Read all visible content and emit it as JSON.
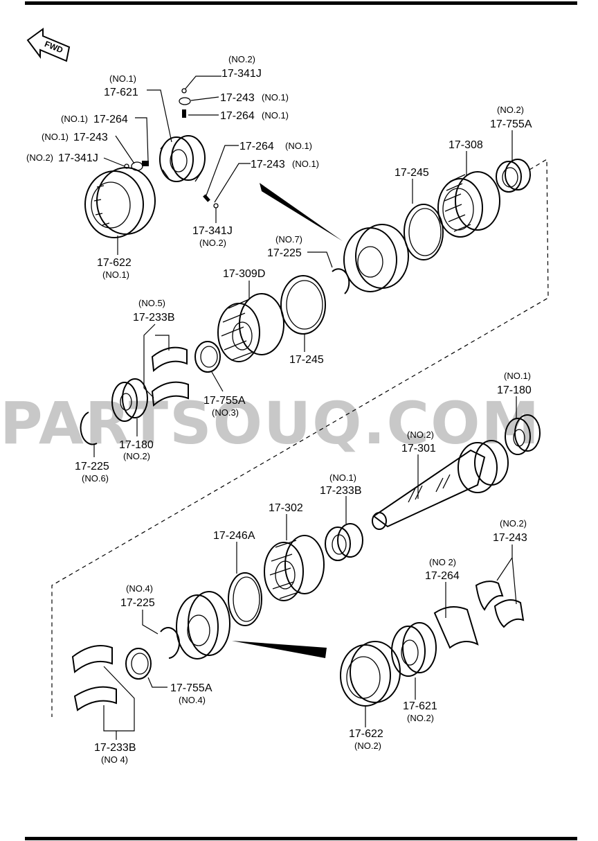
{
  "watermark": "PARTSOUQ.COM",
  "fwd_label": "FWD",
  "labels": [
    {
      "id": "l-341j-no2-top",
      "part": "17-341J",
      "qual": "(NO.2)"
    },
    {
      "id": "l-243-no1-top",
      "part": "17-243",
      "qual": "(NO.1)"
    },
    {
      "id": "l-264-no1-top",
      "part": "17-264",
      "qual": "(NO.1)"
    },
    {
      "id": "l-621-no1",
      "part": "17-621",
      "qual": "(NO.1)"
    },
    {
      "id": "l-264-no1-left",
      "part": "17-264",
      "qual": "(NO.1)"
    },
    {
      "id": "l-243-no1-left",
      "part": "17-243",
      "qual": "(NO.1)"
    },
    {
      "id": "l-341j-no2-left",
      "part": "17-341J",
      "qual": "(NO.2)"
    },
    {
      "id": "l-264-no1-mid",
      "part": "17-264",
      "qual": "(NO.1)"
    },
    {
      "id": "l-243-no1-mid",
      "part": "17-243",
      "qual": "(NO.1)"
    },
    {
      "id": "l-341j-no2-mid",
      "part": "17-341J",
      "qual": "(NO.2)"
    },
    {
      "id": "l-622-no1",
      "part": "17-622",
      "qual": "(NO.1)"
    },
    {
      "id": "l-755a-no2",
      "part": "17-755A",
      "qual": "(NO.2)"
    },
    {
      "id": "l-308",
      "part": "17-308",
      "qual": ""
    },
    {
      "id": "l-245-top",
      "part": "17-245",
      "qual": ""
    },
    {
      "id": "l-225-no7",
      "part": "17-225",
      "qual": "(NO.7)"
    },
    {
      "id": "l-309d",
      "part": "17-309D",
      "qual": ""
    },
    {
      "id": "l-245-mid",
      "part": "17-245",
      "qual": ""
    },
    {
      "id": "l-233b-no5",
      "part": "17-233B",
      "qual": "(NO.5)"
    },
    {
      "id": "l-755a-no3",
      "part": "17-755A",
      "qual": "(NO.3)"
    },
    {
      "id": "l-180-no2",
      "part": "17-180",
      "qual": "(NO.2)"
    },
    {
      "id": "l-225-no6",
      "part": "17-225",
      "qual": "(NO.6)"
    },
    {
      "id": "l-180-no1",
      "part": "17-180",
      "qual": "(NO.1)"
    },
    {
      "id": "l-301-no2",
      "part": "17-301",
      "qual": "(NO.2)"
    },
    {
      "id": "l-233b-no1",
      "part": "17-233B",
      "qual": "(NO.1)"
    },
    {
      "id": "l-302",
      "part": "17-302",
      "qual": ""
    },
    {
      "id": "l-246a",
      "part": "17-246A",
      "qual": ""
    },
    {
      "id": "l-243-no2",
      "part": "17-243",
      "qual": "(NO.2)"
    },
    {
      "id": "l-264-no2",
      "part": "17-264",
      "qual": "(NO 2)"
    },
    {
      "id": "l-225-no4",
      "part": "17-225",
      "qual": "(NO.4)"
    },
    {
      "id": "l-755a-no4",
      "part": "17-755A",
      "qual": "(NO.4)"
    },
    {
      "id": "l-621-no2",
      "part": "17-621",
      "qual": "(NO.2)"
    },
    {
      "id": "l-622-no2",
      "part": "17-622",
      "qual": "(NO.2)"
    },
    {
      "id": "l-233b-no4",
      "part": "17-233B",
      "qual": "(NO 4)"
    }
  ]
}
